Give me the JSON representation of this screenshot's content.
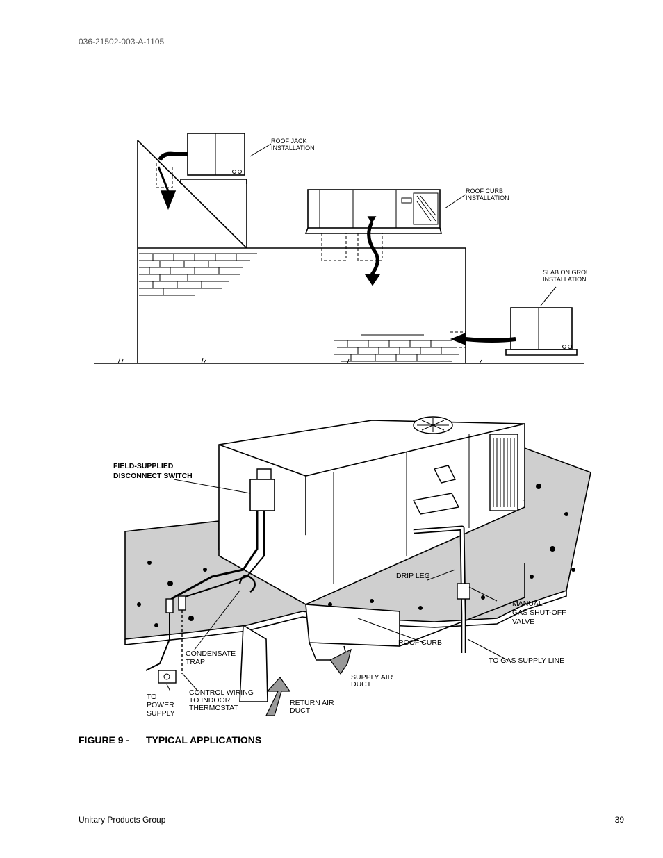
{
  "header": {
    "doc_id": "036-21502-003-A-1105"
  },
  "figure_top": {
    "labels": {
      "roof_jack_1": "ROOF JACK",
      "roof_jack_2": "INSTALLATION",
      "roof_curb_1": "ROOF CURB",
      "roof_curb_2": "INSTALLATION",
      "slab_1": "SLAB ON GROUND",
      "slab_2": "INSTALLATION"
    }
  },
  "figure_bottom": {
    "labels": {
      "disconnect_1": "FIELD-SUPPLIED",
      "disconnect_2": "DISCONNECT SWITCH",
      "drip_leg": "DRIP LEG",
      "manual_1": "MANUAL",
      "manual_2": "GAS SHUT-OFF",
      "manual_3": "VALVE",
      "roof_curb": "ROOF CURB",
      "gas_supply": "TO GAS SUPPLY LINE",
      "condensate_1": "CONDENSATE",
      "condensate_2": "TRAP",
      "supply_air_1": "SUPPLY AIR",
      "supply_air_2": "DUCT",
      "control_1": "CONTROL WIRING",
      "control_2": "TO INDOOR",
      "control_3": "THERMOSTAT",
      "return_air_1": "RETURN AIR",
      "return_air_2": "DUCT",
      "power_1": "TO",
      "power_2": "POWER",
      "power_3": "SUPPLY"
    }
  },
  "caption": {
    "number": "FIGURE 9 -",
    "title": "TYPICAL APPLICATIONS"
  },
  "footer": {
    "company": "Unitary Products Group",
    "page": "39"
  }
}
